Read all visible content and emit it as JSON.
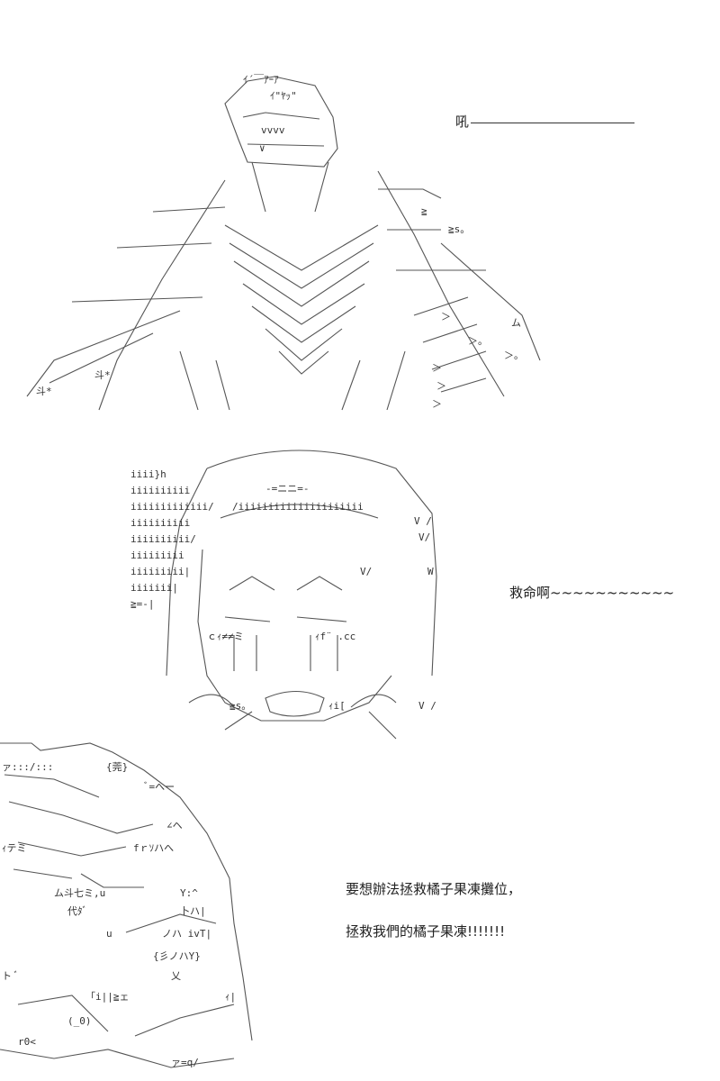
{
  "captions": {
    "roar": "吼",
    "help": "救命啊~~~~~~~~~~~",
    "line1": "要想辦法拯救橘子果凍攤位，",
    "line2": "拯救我們的橘子果凍!!!!!!!"
  },
  "art": {
    "creature_text": [
      "ｲ´￣ｱｰｱ",
      "ｲ\"ﾔｯ\"",
      "vvvv",
      "∨",
      "≧",
      "≧s。",
      "斗*",
      "斗*",
      "ム",
      "＞。",
      "＞。",
      "＞",
      "＞",
      "＞",
      "＞"
    ],
    "girl_text": [
      "iiii}h",
      "iiiiiiiiii",
      "iiiiiiiiiiiii/",
      "iiiiiiiiii",
      "iiiiiiiiii/",
      "iiiiiiiii",
      "iiiiiiiii|",
      "iiiiiii|",
      "≧=-|",
      "-=ニニ=-",
      "/iiiiiiiiiiiiiiiiiiiii",
      "V /",
      "V/",
      "V/",
      "W",
      "ｃｨ≠≠ミ",
      "ｨf¨ .cc",
      "≧s。",
      "ｨi[",
      "V /"
    ],
    "cat_text": [
      "ァ:::/:::",
      "{莞}",
      "ﾞ=へー",
      "∠ヘ",
      "ｨテミ",
      "fｒｿハへ",
      "ム斗七ミ,u",
      "Y:^",
      "卜ハ|",
      "代ﾀﾞ",
      "u",
      "ノハ ivT|",
      "{彡ノハY}",
      "ト ﾞ",
      "乂",
      "「i||≧ェ",
      "ｨ|",
      "(_0)",
      "r0<",
      "ァ=q/"
    ]
  }
}
